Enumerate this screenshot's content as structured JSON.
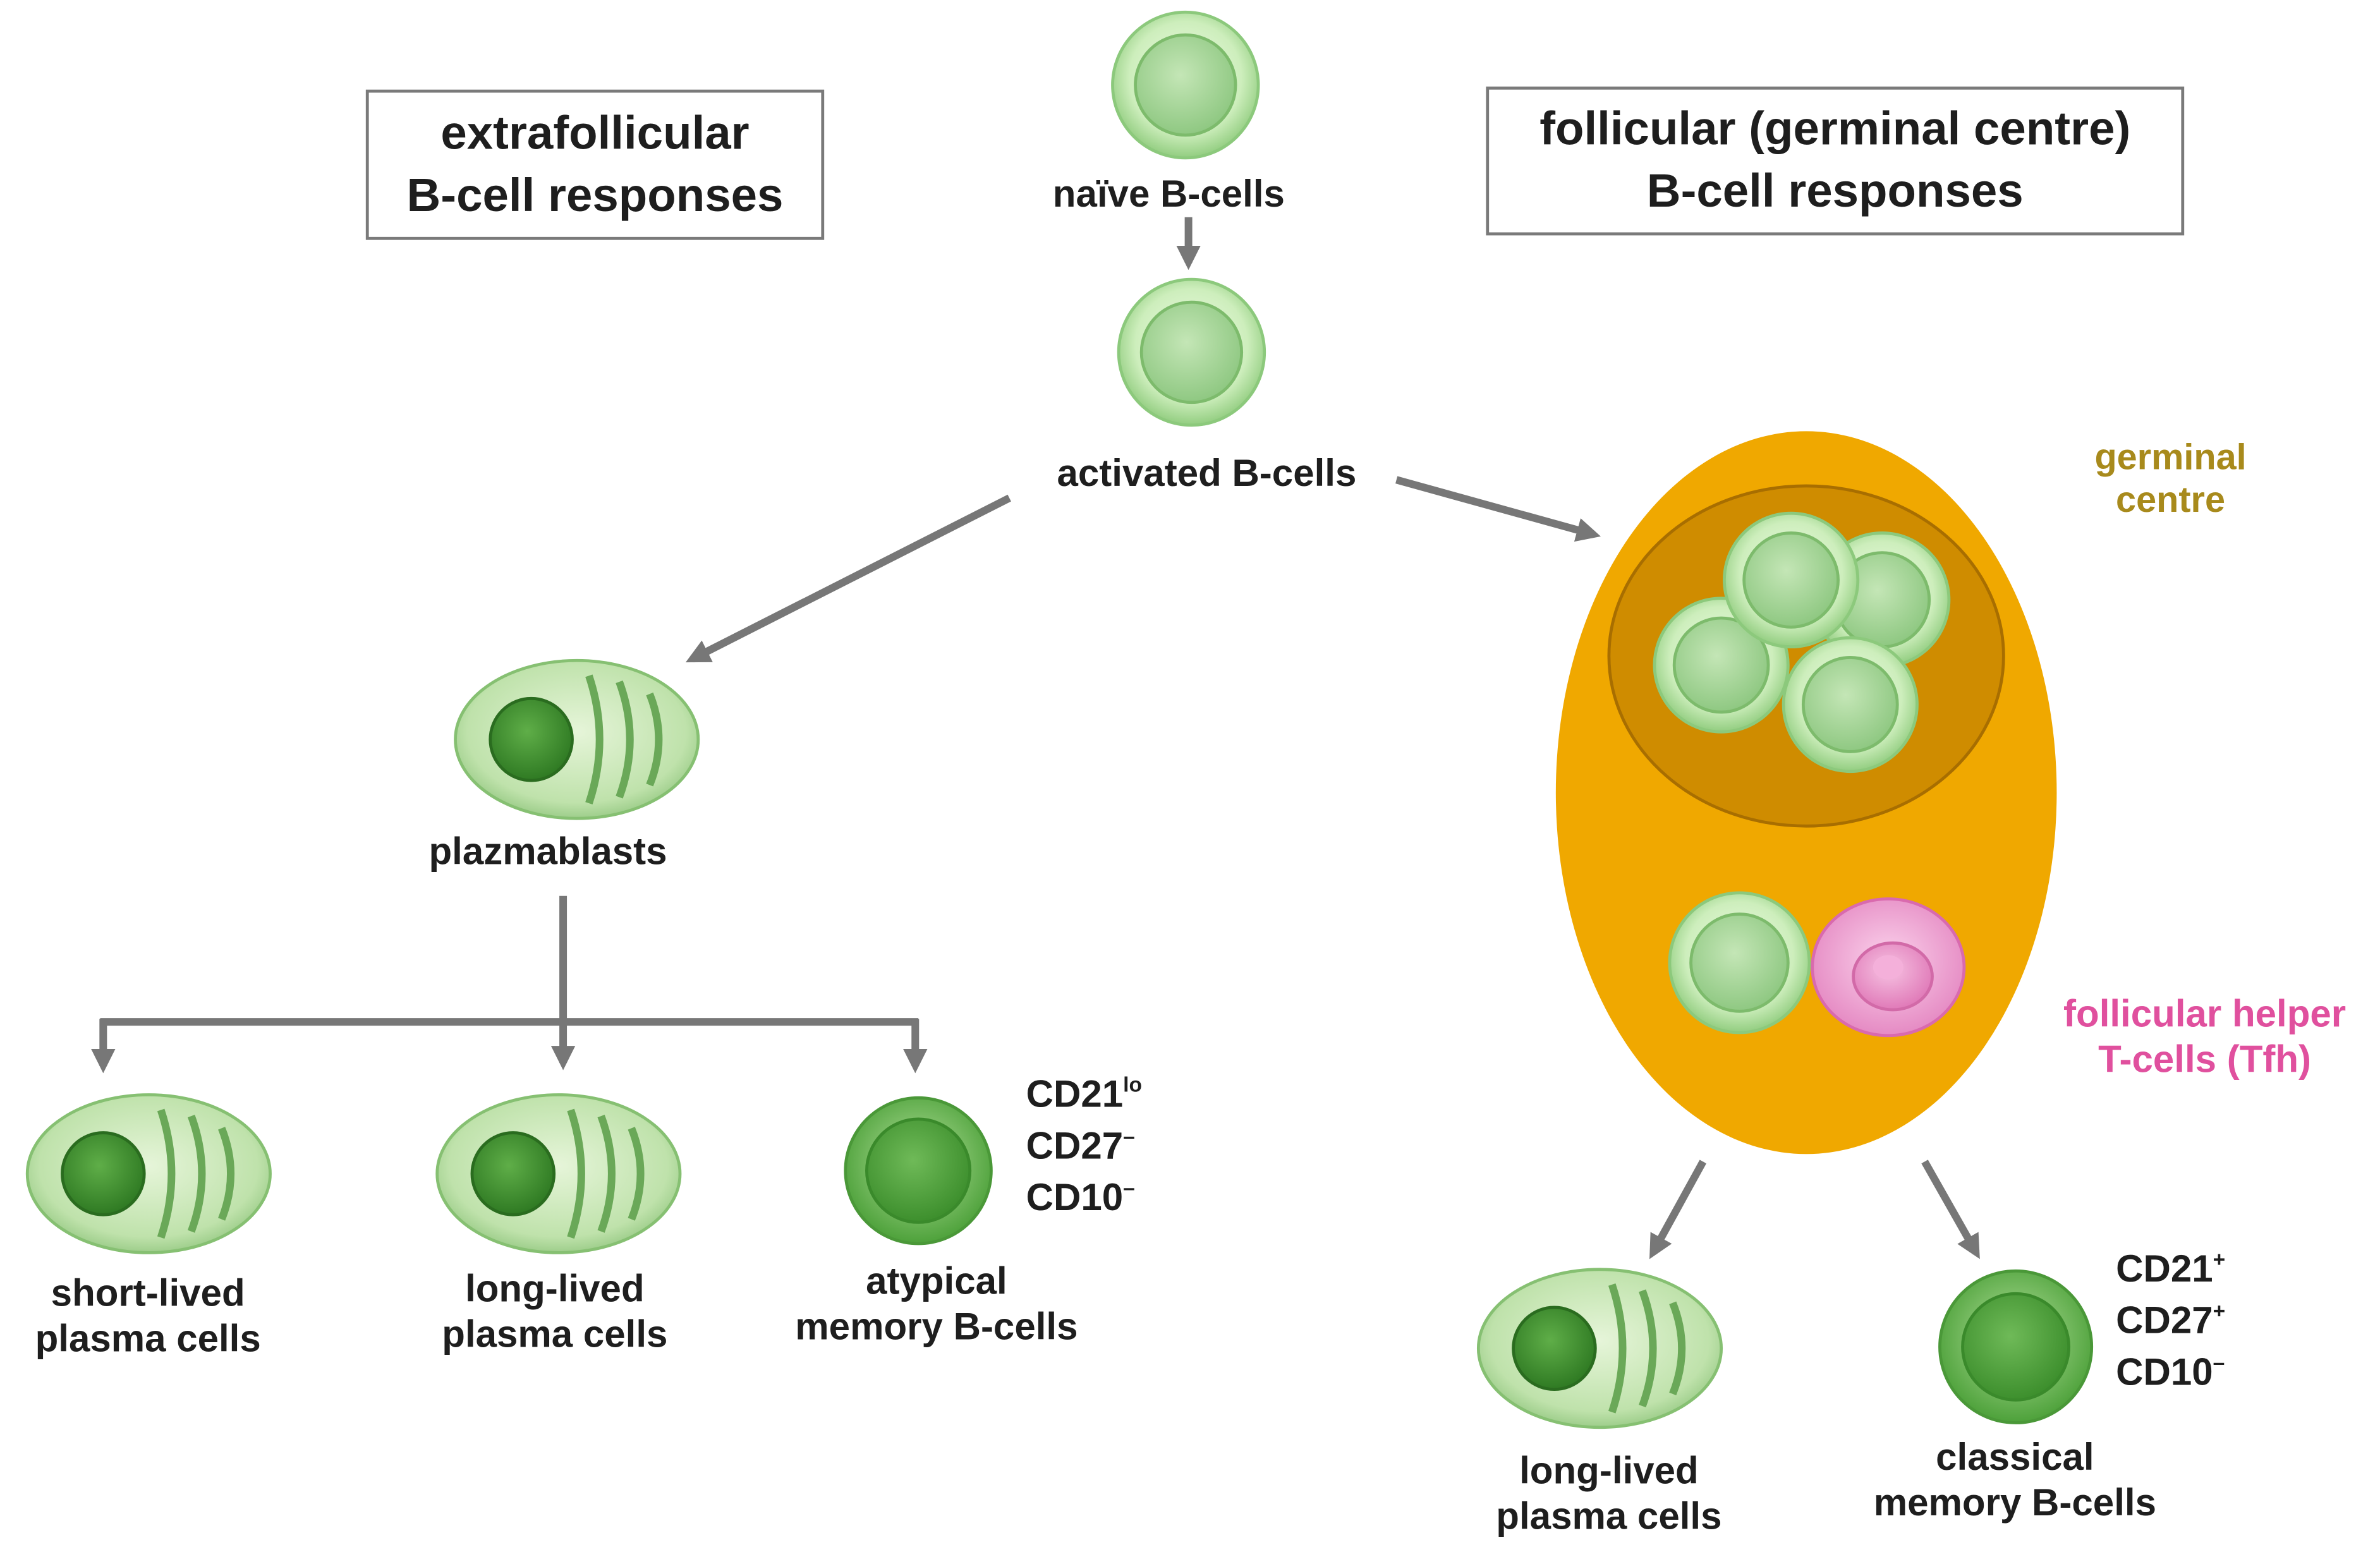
{
  "boxes": {
    "extrafollicular": [
      "extrafollicular",
      "B-cell responses"
    ],
    "follicular": [
      "follicular (germinal centre)",
      "B-cell responses"
    ]
  },
  "labels": {
    "naive": "naïve B-cells",
    "activated": "activated B-cells",
    "plasmablasts": "plazmablasts",
    "germinal_centre": [
      "germinal",
      "centre"
    ],
    "tfh": [
      "follicular helper",
      "T-cells (Tfh)"
    ],
    "short_lived": [
      "short-lived",
      "plasma cells"
    ],
    "long_lived_left": [
      "long-lived",
      "plasma cells"
    ],
    "atypical": [
      "atypical",
      "memory B-cells"
    ],
    "long_lived_right": [
      "long-lived",
      "plasma cells"
    ],
    "classical": [
      "classical",
      "memory B-cells"
    ]
  },
  "markers": {
    "atypical": [
      {
        "base": "CD21",
        "sup": "lo"
      },
      {
        "base": "CD27",
        "sup": "–"
      },
      {
        "base": "CD10",
        "sup": "–"
      }
    ],
    "classical": [
      {
        "base": "CD21",
        "sup": "+"
      },
      {
        "base": "CD27",
        "sup": "+"
      },
      {
        "base": "CD10",
        "sup": "–"
      }
    ]
  },
  "colors": {
    "arrow": "#777777",
    "germinal_centre_fill": "#f0a800",
    "germinal_centre_inner": "#cf8c00",
    "germinal_centre_label": "#a88a1c",
    "tfh_label": "#e0509e",
    "b_cell": "#a6d89a",
    "plasma_cell": "#5aa84a"
  }
}
